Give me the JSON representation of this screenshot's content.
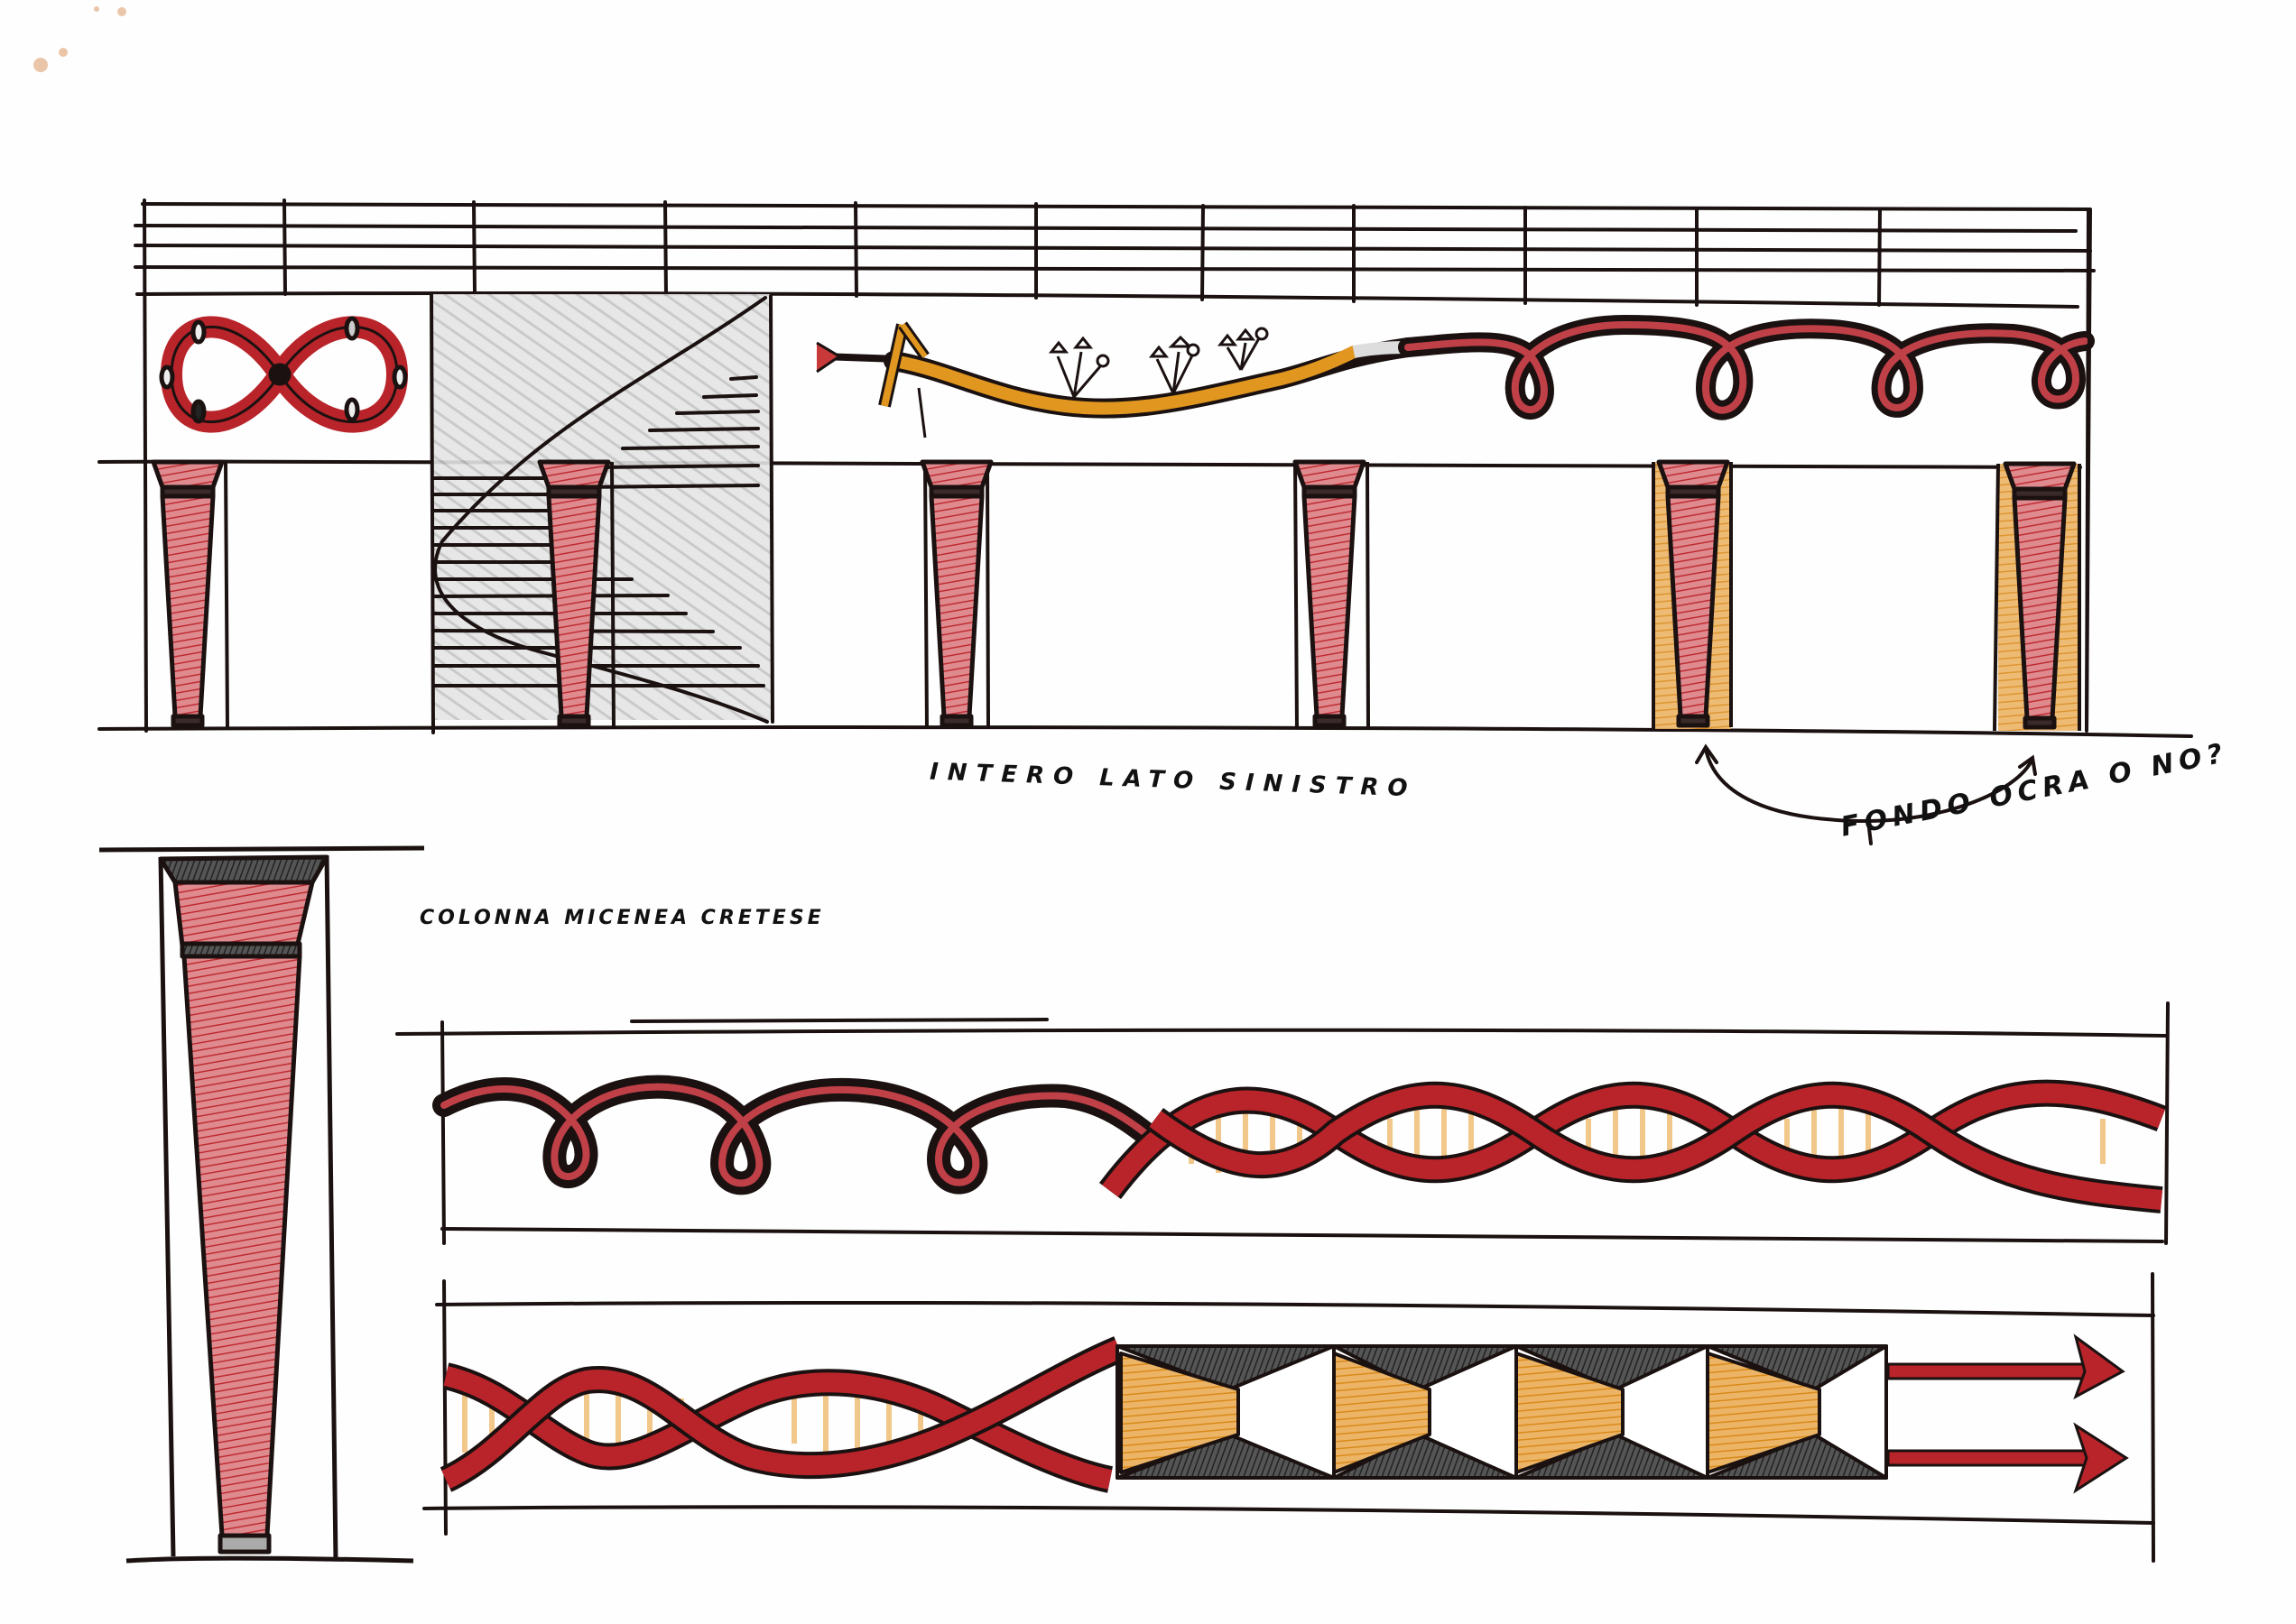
{
  "sheet": {
    "title": "Hand sketch: decorated colonnade elevation and frieze studies",
    "paper_color": "#fefefe"
  },
  "annotations": {
    "left_side_note": "INTERO LATO SINISTRO",
    "ochre_question": "FONDO OCRA O NO?",
    "column_caption": "COLONNA MICENEA CRETESE"
  },
  "palette": {
    "ink": "#1a1110",
    "red": "#b8242a",
    "red_light": "#d9747a",
    "ochre": "#e0961f",
    "ochre_light": "#f2c78a",
    "graphite": "#9a9a9a",
    "graphite_light": "#d6d6d6",
    "black_fill": "#2e2e2e"
  },
  "elevation": {
    "panels": [
      {
        "id": "infinity-panel",
        "motif": "infinity-symbol"
      },
      {
        "id": "staircase-panel",
        "motif": "spiral-staircase",
        "shading": "graphite"
      },
      {
        "id": "branch-panel",
        "motif": "branch-with-sprouts"
      },
      {
        "id": "loops-panel",
        "motif": "looping-coil"
      }
    ],
    "columns": [
      {
        "id": "col-1",
        "background": "none"
      },
      {
        "id": "col-2",
        "background": "none"
      },
      {
        "id": "col-3",
        "background": "none"
      },
      {
        "id": "col-4",
        "background": "none"
      },
      {
        "id": "col-5",
        "background": "ochre"
      },
      {
        "id": "col-6",
        "background": "ochre"
      }
    ]
  },
  "friezes": [
    {
      "id": "frieze-1",
      "motifs": [
        "looping-coil",
        "double-helix"
      ]
    },
    {
      "id": "frieze-2",
      "motifs": [
        "double-helix",
        "triangle-band",
        "double-arrow"
      ]
    }
  ]
}
